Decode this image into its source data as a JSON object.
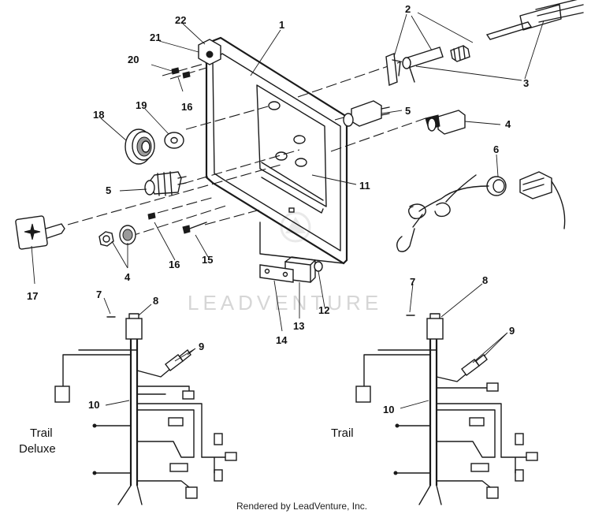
{
  "callouts": {
    "c1": "1",
    "c2": "2",
    "c3": "3",
    "c4a": "4",
    "c4b": "4",
    "c5a": "5",
    "c5b": "5",
    "c6": "6",
    "c7a": "7",
    "c7b": "7",
    "c8a": "8",
    "c8b": "8",
    "c9a": "9",
    "c9b": "9",
    "c10a": "10",
    "c10b": "10",
    "c11": "11",
    "c12": "12",
    "c13": "13",
    "c14": "14",
    "c15": "15",
    "c16a": "16",
    "c16b": "16",
    "c17": "17",
    "c18": "18",
    "c19": "19",
    "c20": "20",
    "c21": "21",
    "c22": "22"
  },
  "captions": {
    "trail_deluxe_line1": "Trail",
    "trail_deluxe_line2": "Deluxe",
    "trail": "Trail"
  },
  "watermark": "LEADVENTURE",
  "footer": "Rendered by LeadVenture, Inc."
}
